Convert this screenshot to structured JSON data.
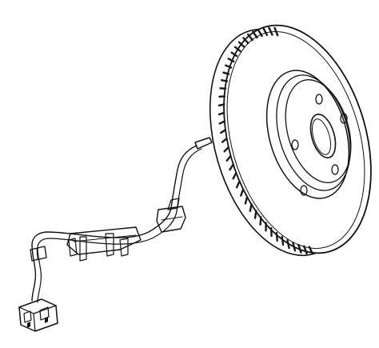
{
  "illustration": {
    "subject": "brake-rotor-with-wheel-speed-sensor-harness",
    "parts": [
      "brake-rotor",
      "wheel-speed-sensor-cable",
      "mounting-brackets",
      "electrical-connector"
    ],
    "colors": {
      "line": "#111111",
      "background": "#ffffff",
      "vent": "#1a1a1a"
    }
  }
}
